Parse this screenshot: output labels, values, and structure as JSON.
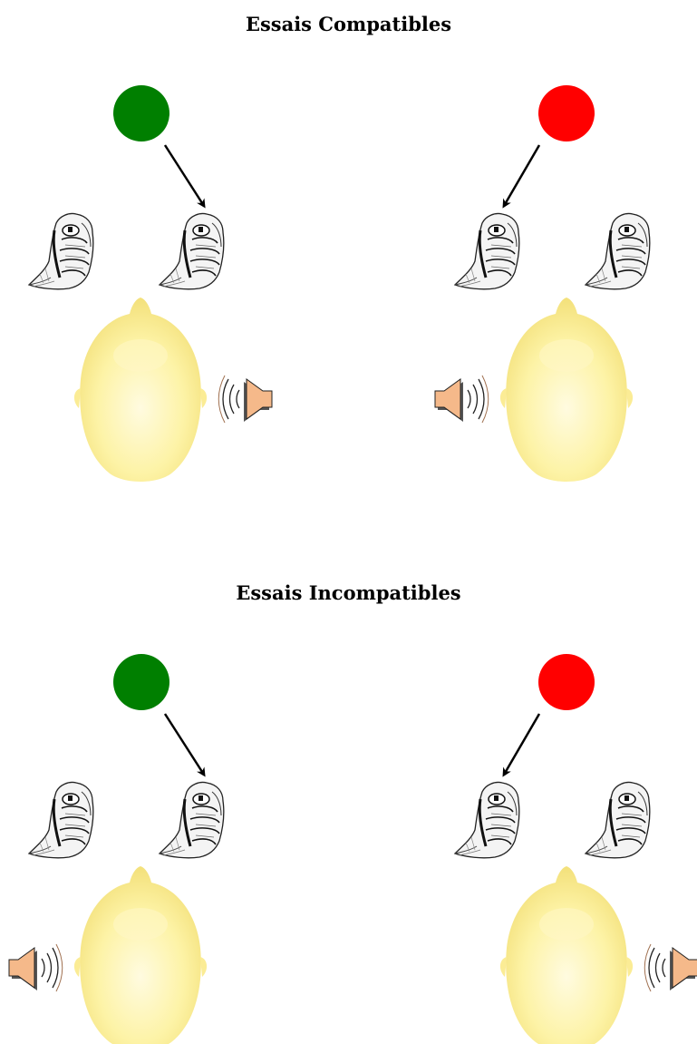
{
  "sections": {
    "compatible": {
      "title": "Essais Compatibles"
    },
    "incompatible": {
      "title": "Essais Incompatibles"
    }
  },
  "panels": [
    {
      "section": "compatible",
      "cue_color": "green",
      "response_hand": "right",
      "sound_side": "right"
    },
    {
      "section": "compatible",
      "cue_color": "red",
      "response_hand": "left",
      "sound_side": "left"
    },
    {
      "section": "incompatible",
      "cue_color": "green",
      "response_hand": "right",
      "sound_side": "left"
    },
    {
      "section": "incompatible",
      "cue_color": "red",
      "response_hand": "left",
      "sound_side": "right"
    }
  ],
  "colors": {
    "green": "#007f00",
    "red": "#ff0000",
    "head": "#fdf3a6",
    "speaker": "#f5b98a",
    "arrow": "#000000"
  },
  "icons": [
    "fist-icon",
    "head-icon",
    "speaker-icon",
    "arrow-icon",
    "color-cue-icon"
  ]
}
